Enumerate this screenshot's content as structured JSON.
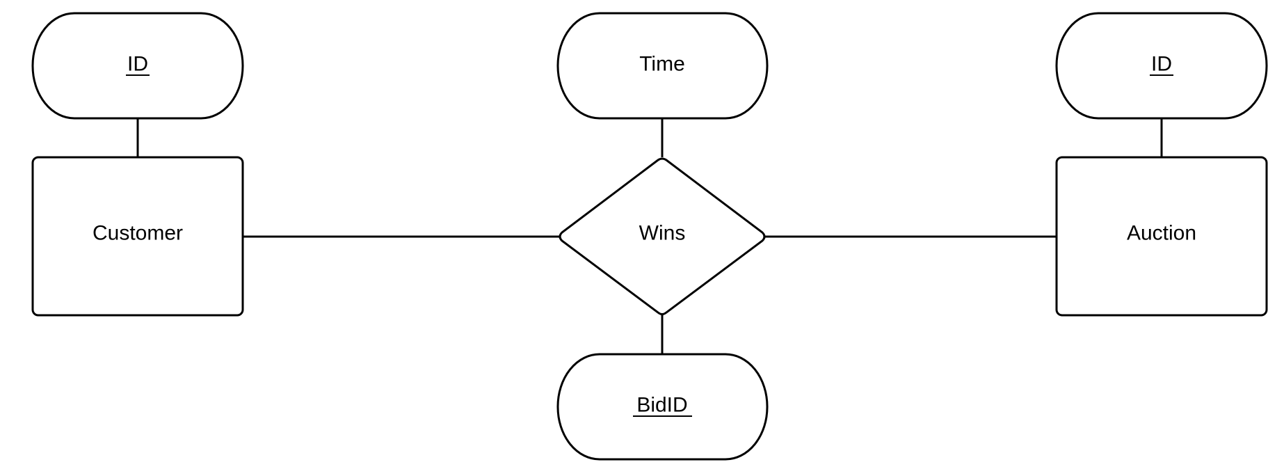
{
  "diagram": {
    "entities": {
      "customer": {
        "label": "Customer"
      },
      "auction": {
        "label": "Auction"
      }
    },
    "relationship": {
      "label": "Wins"
    },
    "attributes": {
      "customer_id": {
        "label": "ID",
        "key": true
      },
      "auction_id": {
        "label": "ID",
        "key": true
      },
      "time": {
        "label": "Time",
        "key": false
      },
      "bid_id": {
        "label": "BidID",
        "key": true
      }
    }
  }
}
